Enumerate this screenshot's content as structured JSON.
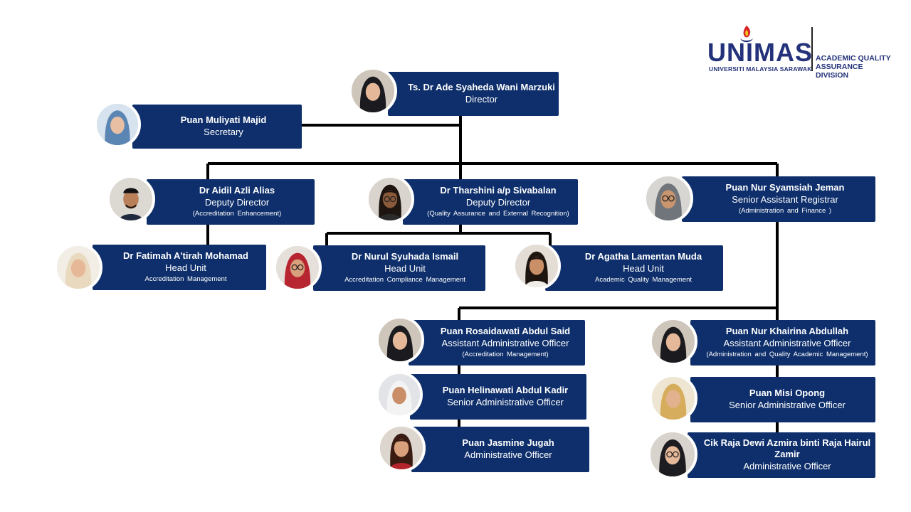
{
  "logo": {
    "wordmark": "UNIMAS",
    "subtitle": "UNIVERSITI MALAYSIA SARAWAK",
    "division_line1": "ACADEMIC QUALITY",
    "division_line2": "ASSURANCE DIVISION",
    "colors": {
      "navy": "#23327a",
      "red": "#d6262b",
      "yellow": "#f2c21b"
    }
  },
  "colors": {
    "card": "#0e2f6b",
    "line": "#000000"
  },
  "people": [
    {
      "id": "director",
      "name": "Ts. Dr Ade Syaheda Wani Marzuki",
      "title": "Director",
      "sub": "",
      "photo": "hijab-black"
    },
    {
      "id": "secretary",
      "name": "Puan Muliyati Majid",
      "title": "Secretary",
      "sub": "",
      "photo": "hijab-blue"
    },
    {
      "id": "deputy1",
      "name": "Dr Aidil Azli Alias",
      "title": "Deputy Director",
      "sub": "(Accreditation Enhancement)",
      "photo": "man-cap"
    },
    {
      "id": "deputy2",
      "name": "Dr Tharshini a/p Sivabalan",
      "title": "Deputy Director",
      "sub": "(Quality Assurance and External Recognition)",
      "photo": "woman-hair"
    },
    {
      "id": "registrar",
      "name": "Puan Nur Syamsiah Jeman",
      "title": "Senior Assistant Registrar",
      "sub": "(Administration  and Finance )",
      "photo": "hijab-grey"
    },
    {
      "id": "head1",
      "name": "Dr Fatimah A'tirah  Mohamad",
      "title": "Head Unit",
      "sub": "Accreditation  Management",
      "photo": "hijab-cream"
    },
    {
      "id": "head2",
      "name": "Dr Nurul Syuhada Ismail",
      "title": "Head Unit",
      "sub": "Accreditation  Compliance  Management",
      "photo": "hijab-red"
    },
    {
      "id": "head3",
      "name": "Dr Agatha Lamentan Muda",
      "title": "Head Unit",
      "sub": "Academic Quality Management",
      "photo": "woman-hair-dark"
    },
    {
      "id": "aao1",
      "name": "Puan Rosaidawati Abdul Said",
      "title": "Assistant Administrative Officer",
      "sub": "(Accreditation  Management)",
      "photo": "hijab-black"
    },
    {
      "id": "sao1",
      "name": "Puan Helinawati Abdul Kadir",
      "title": "Senior Administrative Officer",
      "sub": "",
      "photo": "hijab-white"
    },
    {
      "id": "ao1",
      "name": "Puan Jasmine Jugah",
      "title": "Administrative Officer",
      "sub": "",
      "photo": "woman-red"
    },
    {
      "id": "aao2",
      "name": "Puan Nur Khairina Abdullah",
      "title": "Assistant Administrative Officer",
      "sub": "(Administration  and Quality Academic  Management)",
      "photo": "hijab-black"
    },
    {
      "id": "sao2",
      "name": "Puan Misi Opong",
      "title": "Senior Administrative Officer",
      "sub": "",
      "photo": "hijab-gold"
    },
    {
      "id": "ao2",
      "name": "Cik Raja Dewi Azmira binti Raja Hairul Zamir",
      "title": "Administrative Officer",
      "sub": "",
      "photo": "hijab-black-glasses"
    }
  ]
}
